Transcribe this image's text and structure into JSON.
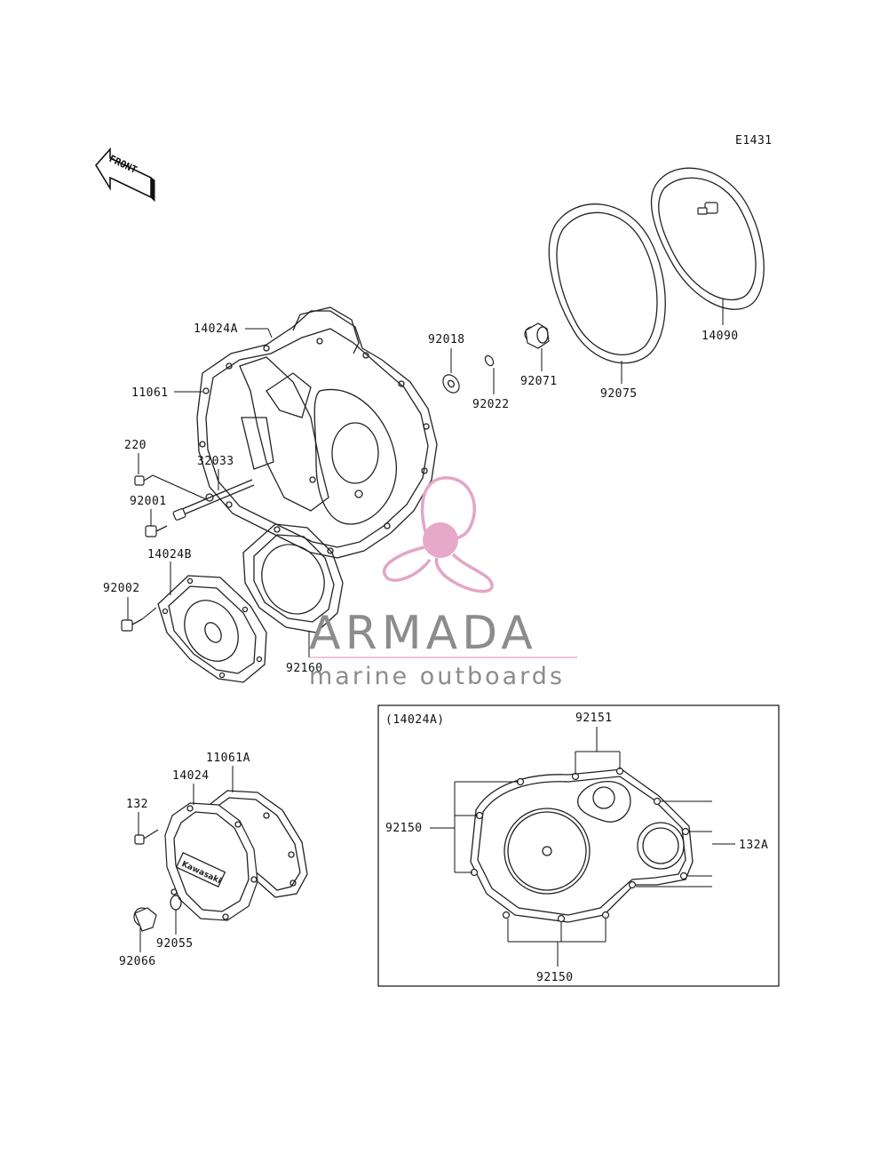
{
  "diagram_code": "E1431",
  "front_marker": "FRONT",
  "labels": {
    "p14024A": "14024A",
    "p11061": "11061",
    "p220": "220",
    "p32033": "32033",
    "p92001": "92001",
    "p14024B": "14024B",
    "p92002": "92002",
    "p92160": "92160",
    "p92018": "92018",
    "p92022": "92022",
    "p92071": "92071",
    "p92075": "92075",
    "p14090": "14090",
    "p11061A": "11061A",
    "p14024": "14024",
    "p132": "132",
    "p92055": "92055",
    "p92066": "92066"
  },
  "inset": {
    "title": "(14024A)",
    "p92151": "92151",
    "p92150_left": "92150",
    "p92150_bottom": "92150",
    "p132A": "132A"
  },
  "cover_logo_text": "Kawasaki",
  "watermark": {
    "title": "ARMADA",
    "subtitle": "marine outboards",
    "logo_color": "#e3a6c6",
    "logo_center_color": "#e7a9c9"
  }
}
